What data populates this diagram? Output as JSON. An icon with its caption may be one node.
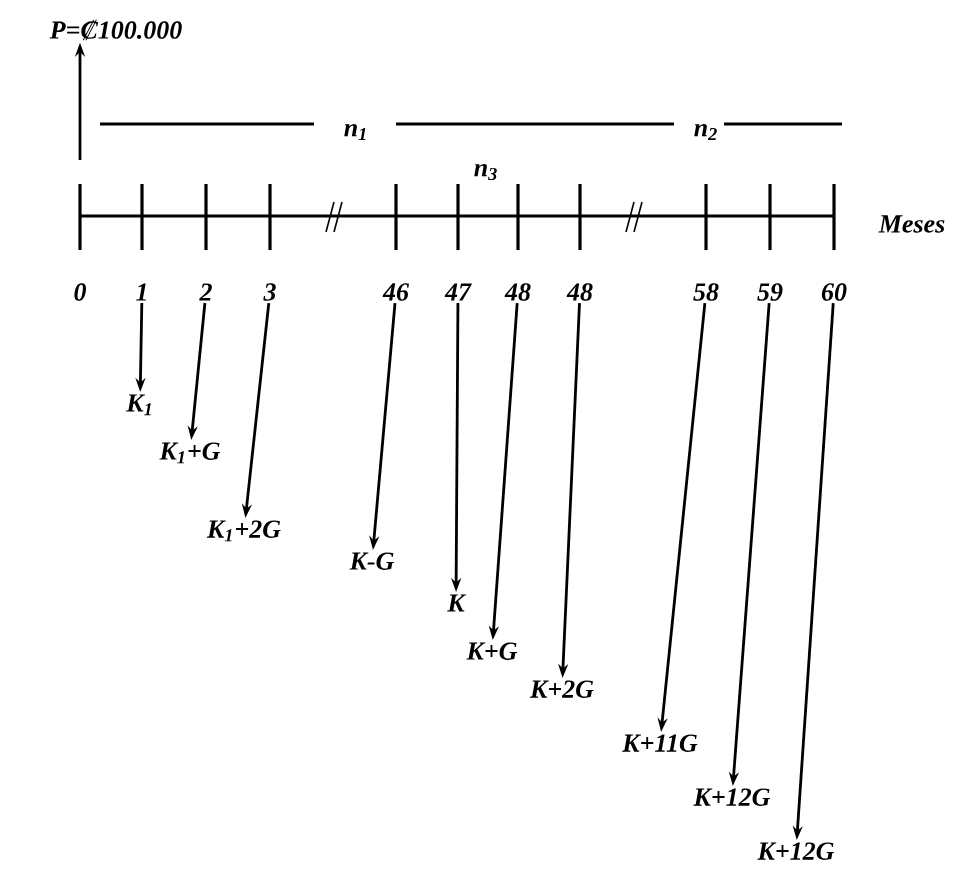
{
  "diagram": {
    "nodes": [
      {
        "text": [
          "P=₡100.000"
        ]
      },
      {
        "text": [
          "K$_{1}$"
        ]
      },
      {
        "text": [
          "K$_{1}$+G"
        ]
      },
      {
        "text": [
          "K$_{1}$+2G"
        ]
      },
      {
        "text": [
          "K-G"
        ]
      },
      {
        "text": [
          "K"
        ]
      },
      {
        "text": [
          "K+G"
        ]
      },
      {
        "text": [
          "K+2G"
        ]
      },
      {
        "text": [
          "K+11G"
        ]
      },
      {
        "text": [
          "K+12G"
        ]
      },
      {
        "text": [
          "K+12G"
        ]
      },
      {
        "text": [
          "1"
        ]
      },
      {
        "text": [
          "2"
        ]
      },
      {
        "text": [
          "3"
        ]
      },
      {
        "text": [
          "46"
        ]
      },
      {
        "text": [
          "47"
        ]
      },
      {
        "text": [
          "48"
        ]
      },
      {
        "text": [
          "48"
        ]
      },
      {
        "text": [
          "58"
        ]
      },
      {
        "text": [
          "59"
        ]
      },
      {
        "text": [
          "60"
        ]
      }
    ],
    "edges": [
      {
        "from": null,
        "to": 0,
        "arrow": "to"
      },
      {
        "from": 11,
        "to": 1,
        "arrow": "to"
      },
      {
        "from": 12,
        "to": 2,
        "arrow": "to"
      },
      {
        "from": 13,
        "to": 3,
        "arrow": "to"
      },
      {
        "from": 14,
        "to": 4,
        "arrow": "to"
      },
      {
        "from": 15,
        "to": 5,
        "arrow": "to"
      },
      {
        "from": 16,
        "to": 6,
        "arrow": "to"
      },
      {
        "from": 17,
        "to": 7,
        "arrow": "to"
      },
      {
        "from": 18,
        "to": 8,
        "arrow": "to"
      },
      {
        "from": 19,
        "to": 9,
        "arrow": "to"
      },
      {
        "from": 20,
        "to": 10,
        "arrow": "to"
      }
    ],
    "labels": [
      "n$_{1}$",
      "n$_{2}$",
      "n$_{3}$",
      "0",
      "Meses"
    ]
  }
}
